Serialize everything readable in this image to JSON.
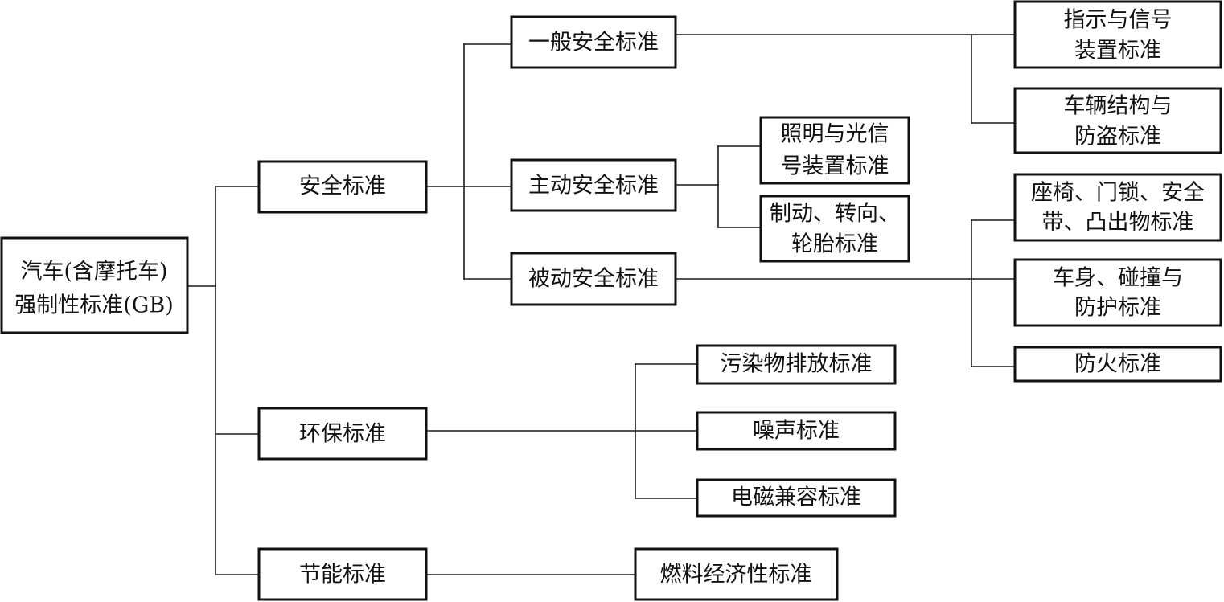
{
  "root": {
    "line1": "汽车(含摩托车)",
    "line2": "强制性标准(GB)"
  },
  "level1": {
    "safety": "安全标准",
    "environment": "环保标准",
    "energy": "节能标准"
  },
  "level2": {
    "general_safety": "一般安全标准",
    "active_safety": "主动安全标准",
    "passive_safety": "被动安全标准",
    "pollutant": "污染物排放标准",
    "noise": "噪声标准",
    "emc": "电磁兼容标准",
    "fuel_economy": "燃料经济性标准"
  },
  "level3": {
    "indicator": {
      "line1": "指示与信号",
      "line2": "装置标准"
    },
    "structure": {
      "line1": "车辆结构与",
      "line2": "防盗标准"
    },
    "lighting": {
      "line1": "照明与光信",
      "line2": "号装置标准"
    },
    "braking": {
      "line1": "制动、转向、",
      "line2": "轮胎标准"
    },
    "seat": {
      "line1": "座椅、门锁、安全",
      "line2": "带、凸出物标准"
    },
    "body": {
      "line1": "车身、碰撞与",
      "line2": "防护标准"
    },
    "fire": "防火标准"
  }
}
